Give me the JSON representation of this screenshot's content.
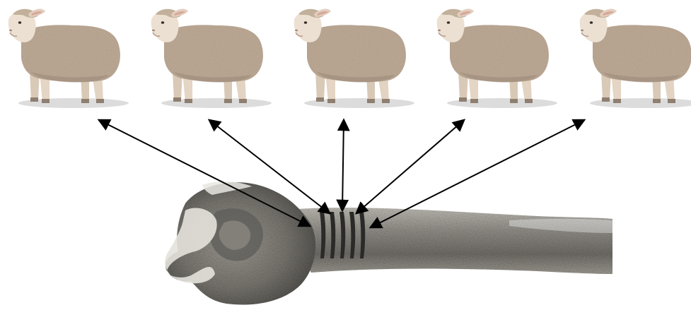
{
  "diagram": {
    "type": "one-to-one tally illustration",
    "colors": {
      "background": "#ffffff",
      "wool": "#b9a692",
      "wool_shadow": "#9d8b79",
      "face": "#ece0d2",
      "legs": "#e4d5c4",
      "hoof": "#8f7f70",
      "ground_shadow": "#d9d9d9",
      "arrow": "#000000",
      "bone_light": "#d8d6d0",
      "bone_mid": "#a9a69f",
      "bone_dark": "#4a4845",
      "notch": "#2b2a28"
    },
    "sheep": [
      {
        "id": "sheep-1",
        "icon": "sheep-icon"
      },
      {
        "id": "sheep-2",
        "icon": "sheep-icon"
      },
      {
        "id": "sheep-3",
        "icon": "sheep-icon"
      },
      {
        "id": "sheep-4",
        "icon": "sheep-icon"
      },
      {
        "id": "sheep-5",
        "icon": "sheep-icon"
      }
    ],
    "tally_bone": {
      "icon": "tally-bone-icon",
      "notch_count": 5
    },
    "arrows": [
      {
        "from": "notch-1",
        "to": "sheep-1",
        "style": "bidirectional"
      },
      {
        "from": "notch-2",
        "to": "sheep-2",
        "style": "bidirectional"
      },
      {
        "from": "notch-3",
        "to": "sheep-3",
        "style": "bidirectional"
      },
      {
        "from": "notch-4",
        "to": "sheep-4",
        "style": "bidirectional"
      },
      {
        "from": "notch-5",
        "to": "sheep-5",
        "style": "bidirectional"
      }
    ]
  }
}
